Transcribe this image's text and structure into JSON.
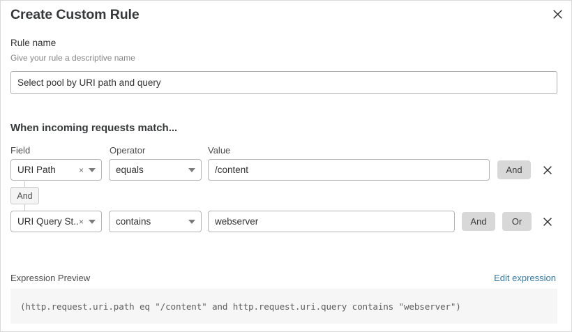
{
  "dialog": {
    "title": "Create Custom Rule",
    "close_icon": "close-icon"
  },
  "rule_name": {
    "label": "Rule name",
    "sublabel": "Give your rule a descriptive name",
    "value": "Select pool by URI path and query",
    "placeholder": "Select pool by URI path and query"
  },
  "conditions": {
    "heading": "When incoming requests match...",
    "columns": {
      "field": "Field",
      "operator": "Operator",
      "value": "Value"
    },
    "connector": "And",
    "rows": [
      {
        "field": "URI Path",
        "clear_icon": "×",
        "operator": "equals",
        "value": "/content",
        "buttons": [
          "And"
        ],
        "delete_icon": "close-icon"
      },
      {
        "field": "URI Query St...",
        "clear_icon": "×",
        "operator": "contains",
        "value": "webserver",
        "buttons": [
          "And",
          "Or"
        ],
        "delete_icon": "close-icon"
      }
    ]
  },
  "preview": {
    "label": "Expression Preview",
    "edit_link": "Edit expression",
    "expression": "(http.request.uri.path eq \"/content\" and http.request.uri.query contains \"webserver\")"
  },
  "colors": {
    "link": "#3379a6",
    "logic_button_bg": "#d8d8d8",
    "code_bg": "#f6f6f6",
    "border": "#b4b4b4"
  }
}
